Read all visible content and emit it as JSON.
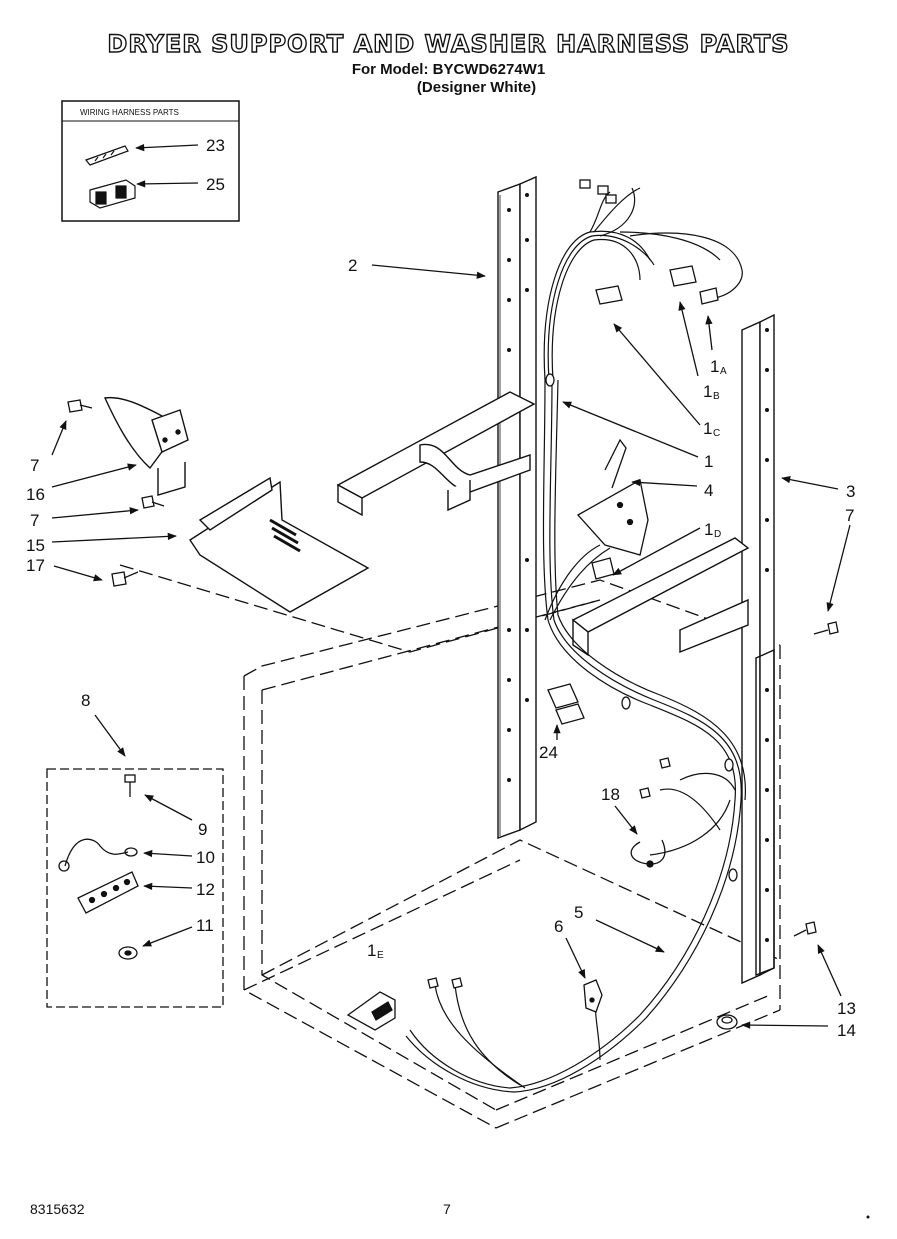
{
  "header": {
    "title": "DRYER SUPPORT AND WASHER HARNESS PARTS",
    "model_line": "For Model: BYCWD6274W1",
    "color_line": "(Designer White)"
  },
  "inset_harness": {
    "title": "WIRING HARNESS PARTS",
    "labels": [
      "23",
      "25"
    ]
  },
  "callouts": {
    "c1": "1",
    "c1a_main": "1",
    "c1a_sub": "A",
    "c1b_main": "1",
    "c1b_sub": "B",
    "c1c_main": "1",
    "c1c_sub": "C",
    "c1d_main": "1",
    "c1d_sub": "D",
    "c1e_main": "1",
    "c1e_sub": "E",
    "c2": "2",
    "c3": "3",
    "c4": "4",
    "c5": "5",
    "c6": "6",
    "c7a": "7",
    "c7b": "7",
    "c7c": "7",
    "c8": "8",
    "c9": "9",
    "c10": "10",
    "c11": "11",
    "c12": "12",
    "c13": "13",
    "c14": "14",
    "c15": "15",
    "c16": "16",
    "c17": "17",
    "c18": "18",
    "c24": "24"
  },
  "footer": {
    "doc_number": "8315632",
    "page_number": "7"
  },
  "colors": {
    "ink": "#111111",
    "paper": "#ffffff"
  }
}
